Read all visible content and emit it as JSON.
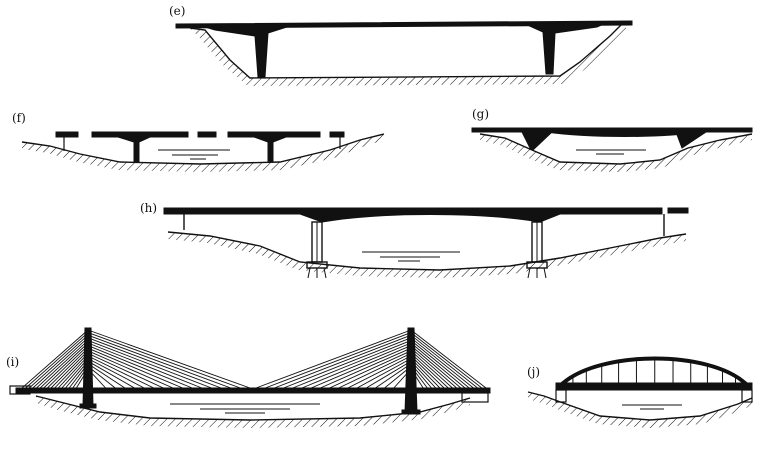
{
  "panels": [
    {
      "id": "e",
      "label": "(e)",
      "type": "rigid-frame"
    },
    {
      "id": "f",
      "label": "(f)",
      "type": "t-frame-cantilever"
    },
    {
      "id": "g",
      "label": "(g)",
      "type": "slant-leg-frame"
    },
    {
      "id": "h",
      "label": "(h)",
      "type": "continuous-girder"
    },
    {
      "id": "i",
      "label": "(i)",
      "type": "cable-stayed"
    },
    {
      "id": "j",
      "label": "(j)",
      "type": "tied-arch"
    }
  ],
  "colors": {
    "ink": "#111111",
    "background": "#ffffff"
  }
}
